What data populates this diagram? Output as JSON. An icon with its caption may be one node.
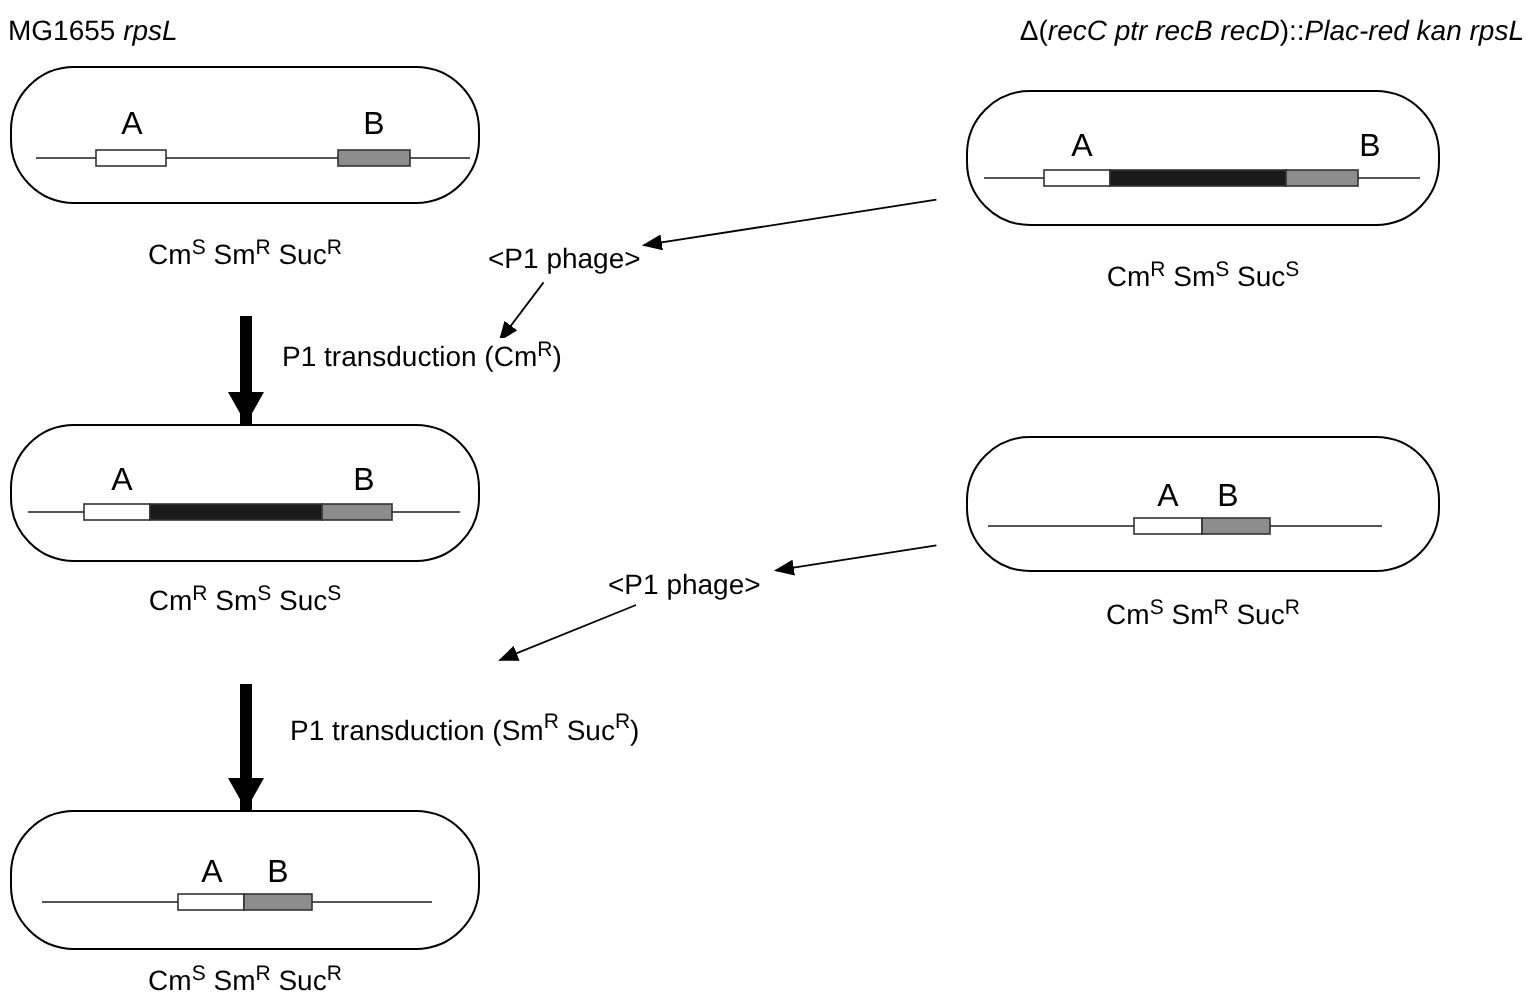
{
  "diagram": {
    "nodes": [
      {
        "text": [
          "MG1655 *rpsL*",
          "A",
          "B"
        ],
        "beside": [
          "Cm$^{S}$ Sm$^{R}$ Suc$^{R}$"
        ]
      },
      {
        "text": [
          "Δ(*recC ptr recB recD*)::*Plac-red kan rpsL*",
          "A",
          "B"
        ],
        "beside": [
          "Cm$^{R}$ Sm$^{S}$ Suc$^{S}$"
        ]
      },
      {
        "text": [
          "<P1 phage>"
        ]
      },
      {
        "text": [
          "A",
          "B"
        ],
        "beside": [
          "Cm$^{R}$ Sm$^{S}$ Suc$^{S}$"
        ]
      },
      {
        "text": [
          "A",
          "B"
        ],
        "beside": [
          "Cm$^{S}$ Sm$^{R}$ Suc$^{R}$"
        ]
      },
      {
        "text": [
          "<P1 phage>"
        ]
      },
      {
        "text": [
          "A",
          "B"
        ],
        "beside": [
          "Cm$^{S}$ Sm$^{R}$ Suc$^{R}$"
        ]
      }
    ],
    "edges": [
      {
        "from": 1,
        "to": 2,
        "arrow": "to"
      },
      {
        "from": 2,
        "to": null,
        "arrow": "to"
      },
      {
        "from": 0,
        "to": 3,
        "arrow": "to",
        "style": "thick",
        "label": "P1 transduction (Cm$^{R}$)"
      },
      {
        "from": 4,
        "to": 5,
        "arrow": "to"
      },
      {
        "from": 5,
        "to": null,
        "arrow": "to"
      },
      {
        "from": 3,
        "to": 6,
        "arrow": "to",
        "style": "thick",
        "label": "P1 transduction (Sm$^{R}$ Suc$^{R}$)"
      }
    ]
  }
}
